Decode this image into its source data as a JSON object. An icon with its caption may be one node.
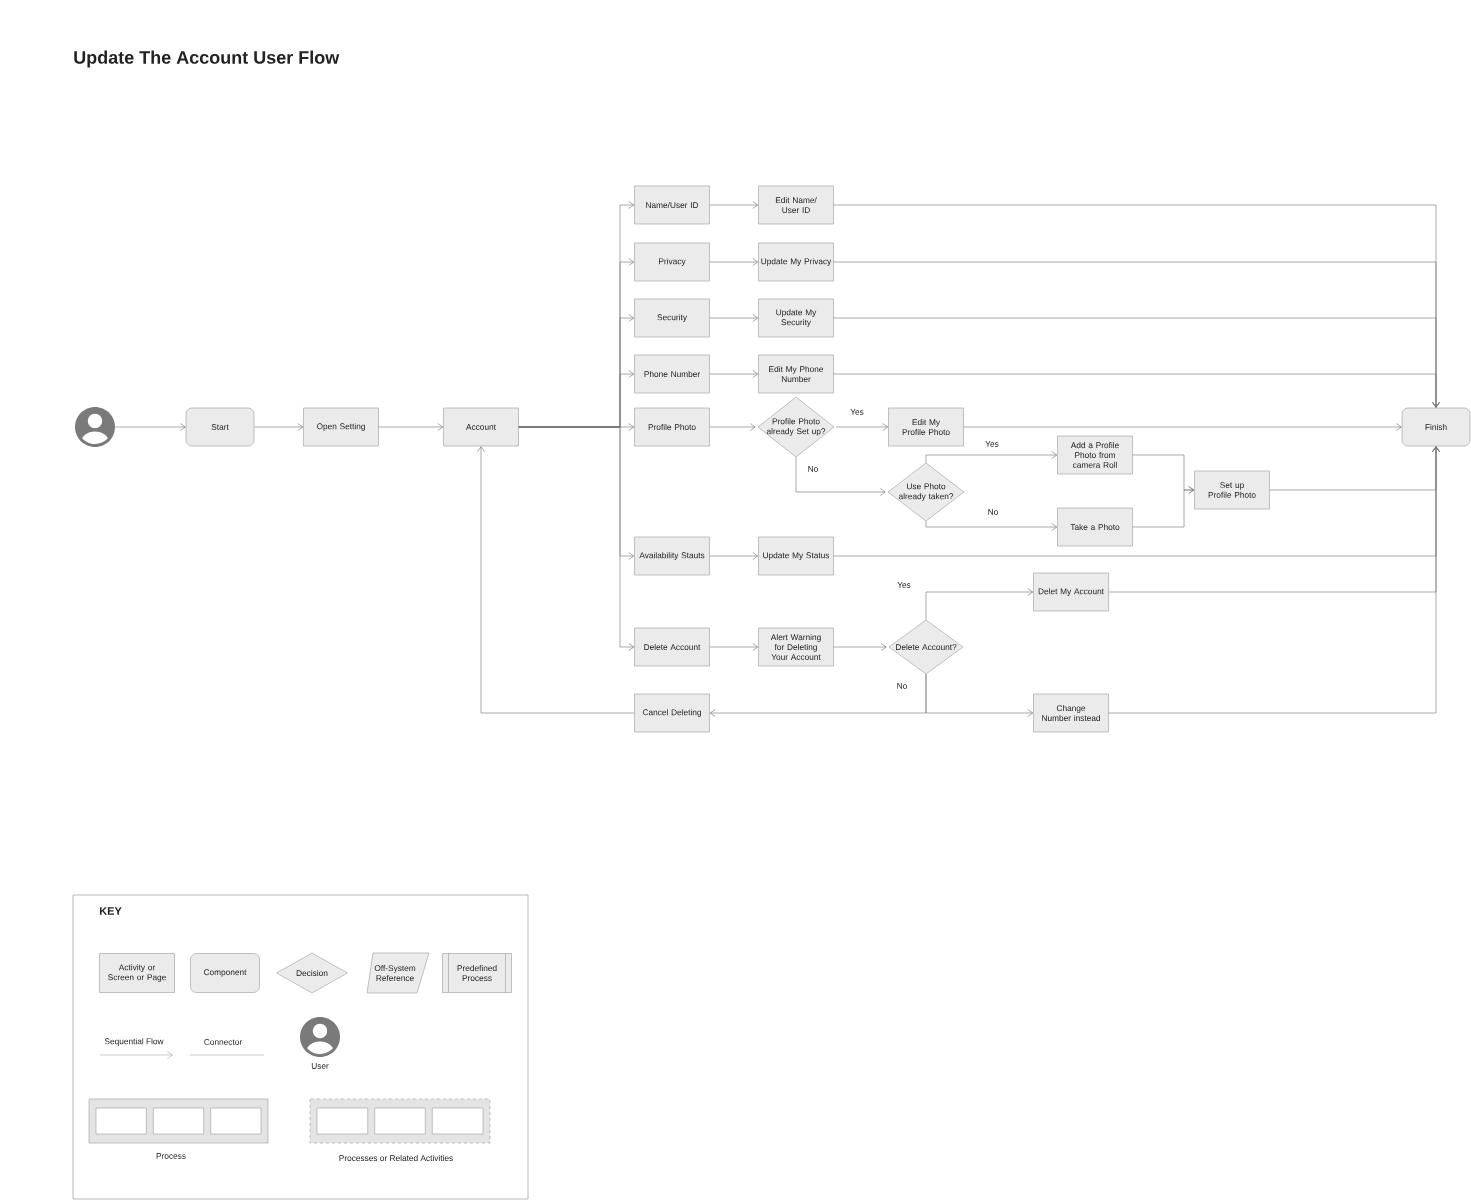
{
  "diagram": {
    "title": "Update The Account User Flow",
    "nodes": [
      {
        "text": [],
        "shape": "person"
      },
      {
        "text": [
          "Start"
        ]
      },
      {
        "text": [
          "Open Setting"
        ]
      },
      {
        "text": [
          "Account"
        ]
      },
      {
        "text": [
          "Name/User ID"
        ]
      },
      {
        "text": [
          "Edit Name/ User ID"
        ]
      },
      {
        "text": [
          "Privacy"
        ]
      },
      {
        "text": [
          "Update My Privacy"
        ]
      },
      {
        "text": [
          "Security"
        ]
      },
      {
        "text": [
          "Update My Security"
        ]
      },
      {
        "text": [
          "Phone Number"
        ]
      },
      {
        "text": [
          "Edit My Phone Number"
        ]
      },
      {
        "text": [
          "Profile Photo"
        ]
      },
      {
        "text": [
          "Profile Photo already Set up?"
        ]
      },
      {
        "text": [
          "Edit My Profile Photo"
        ]
      },
      {
        "text": [
          "Finish"
        ]
      },
      {
        "text": [
          "Add a Profile Photo from camera Roll"
        ]
      },
      {
        "text": [
          "Use Photo already taken?"
        ]
      },
      {
        "text": [
          "Set up Profile Photo"
        ]
      },
      {
        "text": [
          "Take a Photo"
        ]
      },
      {
        "text": [
          "Availability Stauts"
        ]
      },
      {
        "text": [
          "Update My Status"
        ]
      },
      {
        "text": [
          "Delet My Account"
        ]
      },
      {
        "text": [
          "Delete Account"
        ]
      },
      {
        "text": [
          "Alert Warning for Deleting Your Account"
        ]
      },
      {
        "text": [
          "Delete Account?"
        ]
      },
      {
        "text": [
          "Cancel Deleting"
        ]
      },
      {
        "text": [
          "Change Number instead"
        ]
      },
      {
        "text": [
          "KEY"
        ]
      },
      {
        "text": [
          "Activity or Screen or Page"
        ],
        "in": 28
      },
      {
        "text": [
          "Component"
        ],
        "in": 28
      },
      {
        "text": [
          "Decision"
        ],
        "in": 28
      },
      {
        "text": [
          "Off-System Reference"
        ],
        "in": 28
      },
      {
        "text": [
          "Predefined Process"
        ],
        "in": 28
      }
    ],
    "edges": [
      {
        "from": 0,
        "to": 1,
        "arrow": "to"
      },
      {
        "from": 1,
        "to": 2,
        "arrow": "to"
      },
      {
        "from": 2,
        "to": 3,
        "arrow": "to"
      },
      {
        "from": 3,
        "to": 4,
        "arrow": "to"
      },
      {
        "from": 3,
        "to": 6,
        "arrow": "to"
      },
      {
        "from": 3,
        "to": 8,
        "arrow": "to"
      },
      {
        "from": 3,
        "to": 10,
        "arrow": "to"
      },
      {
        "from": 3,
        "to": 12,
        "arrow": "to"
      },
      {
        "from": 3,
        "to": 20,
        "arrow": "to"
      },
      {
        "from": 3,
        "to": 23,
        "arrow": "to"
      },
      {
        "from": 4,
        "to": 5,
        "arrow": "to"
      },
      {
        "from": 6,
        "to": 7,
        "arrow": "to"
      },
      {
        "from": 8,
        "to": 9,
        "arrow": "to"
      },
      {
        "from": 10,
        "to": 11,
        "arrow": "to"
      },
      {
        "from": 12,
        "to": 13,
        "arrow": "to"
      },
      {
        "from": 13,
        "to": 14,
        "arrow": "to",
        "label": "Yes"
      },
      {
        "from": 13,
        "to": 17,
        "arrow": "to",
        "label": "No"
      },
      {
        "from": 17,
        "to": 16,
        "arrow": "to",
        "label": "Yes"
      },
      {
        "from": 17,
        "to": 19,
        "arrow": "to",
        "label": "No"
      },
      {
        "from": 16,
        "to": 18,
        "arrow": "to"
      },
      {
        "from": 19,
        "to": 18,
        "arrow": "to"
      },
      {
        "from": 14,
        "to": 15,
        "arrow": "to"
      },
      {
        "from": 5,
        "to": 15,
        "arrow": "to"
      },
      {
        "from": 7,
        "to": 15,
        "arrow": "to"
      },
      {
        "from": 9,
        "to": 15,
        "arrow": "to"
      },
      {
        "from": 11,
        "to": 15,
        "arrow": "to"
      },
      {
        "from": 18,
        "to": 15,
        "arrow": "to"
      },
      {
        "from": 20,
        "to": 21,
        "arrow": "to"
      },
      {
        "from": 21,
        "to": 15,
        "arrow": "to"
      },
      {
        "from": 23,
        "to": 24,
        "arrow": "to"
      },
      {
        "from": 24,
        "to": 25,
        "arrow": "to"
      },
      {
        "from": 25,
        "to": 22,
        "arrow": "to",
        "label": "Yes"
      },
      {
        "from": 25,
        "to": 26,
        "arrow": "to",
        "label": "No"
      },
      {
        "from": 25,
        "to": 27,
        "arrow": "to"
      },
      {
        "from": 22,
        "to": 15,
        "arrow": "to"
      },
      {
        "from": 27,
        "to": 15,
        "arrow": "to"
      },
      {
        "from": 26,
        "to": 3,
        "arrow": "to"
      }
    ],
    "legend": [
      {
        "text": "Sequential Flow"
      },
      {
        "text": "Connector"
      },
      {
        "text": "User"
      },
      {
        "text": "Process"
      },
      {
        "text": "Processes or Related Activities"
      }
    ]
  }
}
